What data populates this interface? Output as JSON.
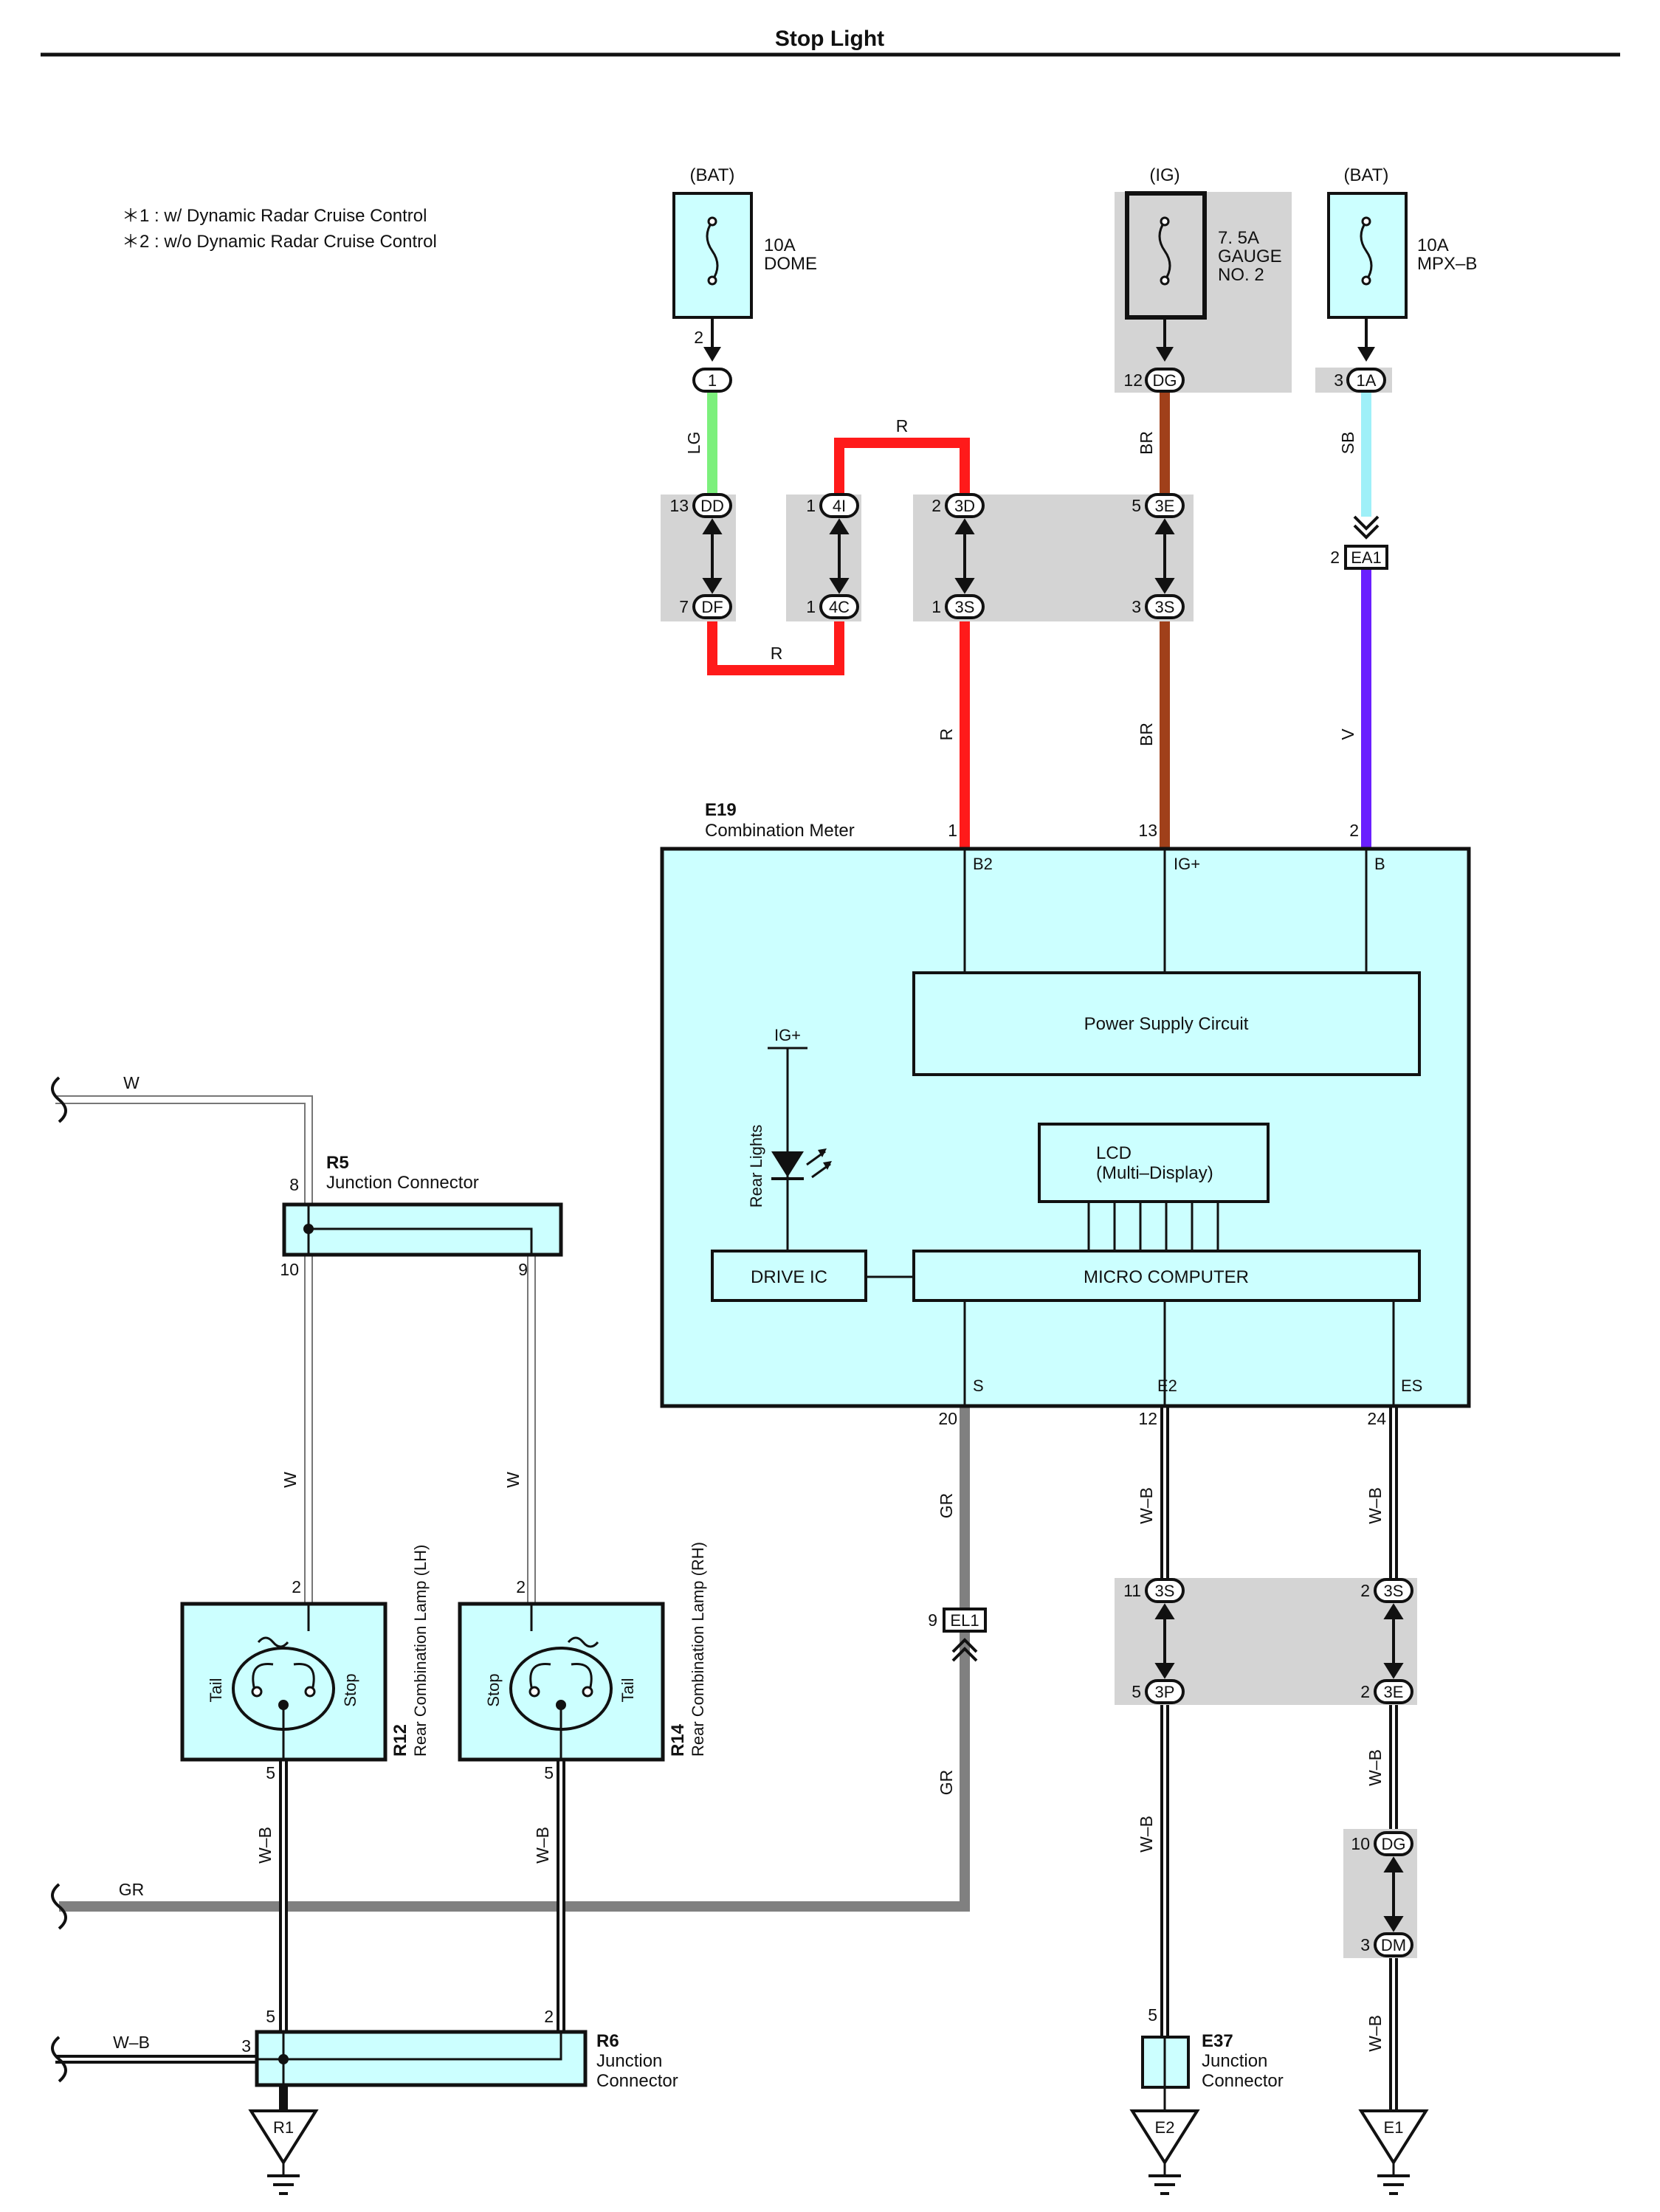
{
  "title": "Stop Light",
  "notes": [
    "＊1 : w/ Dynamic Radar Cruise Control",
    "＊2 : w/o Dynamic Radar Cruise Control"
  ],
  "colors": {
    "LG": "#7cf07c",
    "R": "#ff1a1a",
    "BR": "#a0401a",
    "SB": "#9ff0f8",
    "V": "#6a20ff",
    "GR": "#808080",
    "box_fill": "#ccffff",
    "shade": "#d4d4d4"
  },
  "fuses": [
    {
      "source": "(BAT)",
      "amp": "10A",
      "name": "DOME",
      "name2": ""
    },
    {
      "source": "(IG)",
      "amp": "7. 5A",
      "name": "GAUGE",
      "name2": "NO. 2"
    },
    {
      "source": "(BAT)",
      "amp": "10A",
      "name": "MPX–B",
      "name2": ""
    }
  ],
  "connectors": {
    "c1": "1",
    "c1A": "1A",
    "cDD": "DD",
    "cDF": "DF",
    "c4I": "4I",
    "c4C": "4C",
    "c3D": "3D",
    "c3S_a": "3S",
    "c3E": "3E",
    "c3S_b": "3S",
    "cDG": "DG",
    "cEA1": "EA1",
    "cEL1": "EL1",
    "c3S_c": "3S",
    "c3P": "3P",
    "c3S_d": "3S",
    "c3E_b": "3E",
    "cDG_b": "DG",
    "cDM": "DM"
  },
  "pins": {
    "p2": "2",
    "p12": "12",
    "p3": "3",
    "p13": "13",
    "p7": "7",
    "p1a": "1",
    "p1b": "1",
    "p2b": "2",
    "p1c": "1",
    "p5": "5",
    "p3b": "3",
    "p2c": "2",
    "m1": "1",
    "m13": "13",
    "m2": "2",
    "m20": "20",
    "m12": "12",
    "m24": "24",
    "el9": "9",
    "r8": "8",
    "r10": "10",
    "r9": "9",
    "lh2": "2",
    "rh2": "2",
    "lh5": "5",
    "rh5": "5",
    "s11": "11",
    "s2": "2",
    "s5": "5",
    "s2b": "2",
    "dg10": "10",
    "dm3": "3",
    "r6_5": "5",
    "r6_2": "2",
    "r6_3": "3",
    "e37_5": "5"
  },
  "wires": {
    "LG": "LG",
    "R_top": "R",
    "R_bot": "R",
    "R_mid": "R",
    "BR1": "BR",
    "BR2": "BR",
    "SB": "SB",
    "V": "V",
    "GR1": "GR",
    "GR2": "GR",
    "GR3": "GR",
    "WB1": "W–B",
    "WB2": "W–B",
    "WB3": "W–B",
    "WB4": "W–B",
    "WB5": "W–B",
    "WB6": "W–B",
    "WB7": "W–B",
    "WB8": "W–B",
    "W1": "W",
    "W2": "W",
    "W3": "W"
  },
  "meter": {
    "code": "E19",
    "name": "Combination Meter",
    "t_b2": "B2",
    "t_ig": "IG+",
    "t_b": "B",
    "t_s": "S",
    "t_e2": "E2",
    "t_es": "ES",
    "psu": "Power Supply Circuit",
    "lcd1": "LCD",
    "lcd2": "(Multi–Display)",
    "micro": "MICRO COMPUTER",
    "drive": "DRIVE IC",
    "igplus": "IG+",
    "rear": "Rear Lights"
  },
  "r5": {
    "code": "R5",
    "name": "Junction Connector"
  },
  "r6": {
    "code": "R6",
    "name1": "Junction",
    "name2": "Connector"
  },
  "e37": {
    "code": "E37",
    "name1": "Junction",
    "name2": "Connector"
  },
  "r12": {
    "code": "R12",
    "name": "Rear Combination Lamp (LH)",
    "tail": "Tail",
    "stop": "Stop"
  },
  "r14": {
    "code": "R14",
    "name": "Rear Combination Lamp (RH)",
    "tail": "Tail",
    "stop": "Stop"
  },
  "grounds": {
    "g1": "R1",
    "g2": "E2",
    "g3": "E1"
  }
}
